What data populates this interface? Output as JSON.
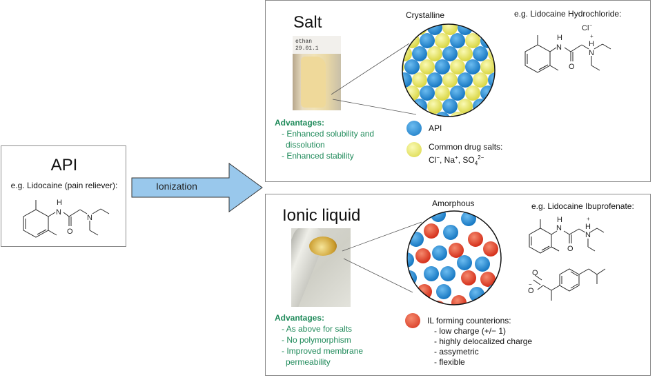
{
  "api_panel": {
    "title": "API",
    "example_label": "e.g. Lidocaine (pain reliever):",
    "structure_atoms": {
      "nh": "H",
      "n_amide": "N",
      "o": "O",
      "n_amine": "N"
    }
  },
  "arrow": {
    "label": "Ionization",
    "fill_color": "#99c8ec"
  },
  "salt_panel": {
    "title": "Salt",
    "photo_label": "vial of crystalline salt powder",
    "state_label": "Crystalline",
    "example_label": "e.g. Lidocaine Hydrochloride:",
    "counterion": "Cl",
    "counterion_charge": "−",
    "structure_atoms": {
      "nh": "H",
      "n_amide": "N",
      "o": "O",
      "nh_plus": "H",
      "n_amine": "N",
      "plus": "+"
    },
    "advantages_title": "Advantages:",
    "advantages": [
      "- Enhanced solubility and",
      "dissolution",
      "- Enhanced stability"
    ],
    "legend": [
      {
        "label": "API",
        "color": "#1f86cf"
      },
      {
        "label": "Common drug salts:",
        "sub_label_parts": [
          "Cl",
          "−",
          ", Na",
          "+",
          ", SO",
          "4",
          "2−"
        ],
        "color": "#e4e25a"
      }
    ]
  },
  "ionic_panel": {
    "title": "Ionic liquid",
    "photo_label": "glass tube with ionic liquid droplet",
    "state_label": "Amorphous",
    "example_label": "e.g. Lidocaine Ibuprofenate:",
    "structure_atoms": {
      "nh": "H",
      "n_amide": "N",
      "o": "O",
      "nh_plus": "H",
      "n_amine": "N",
      "plus": "+",
      "o_carbonyl": "O",
      "o_minus": "O",
      "minus": "−"
    },
    "advantages_title": "Advantages:",
    "advantages": [
      "- As above for salts",
      "- No polymorphism",
      "- Improved membrane",
      "permeability"
    ],
    "legend": [
      {
        "label": "IL forming counterions:",
        "color": "#e0402a",
        "bullets": [
          "- low charge (+/− 1)",
          "- highly delocalized charge",
          "- assymetric",
          "- flexible"
        ]
      }
    ]
  },
  "colors": {
    "api_blue": "#1f86cf",
    "salt_yellow": "#e4e25a",
    "il_red": "#e0402a",
    "advantage_green": "#1f8a5a",
    "border_gray": "#8a8a8a"
  }
}
